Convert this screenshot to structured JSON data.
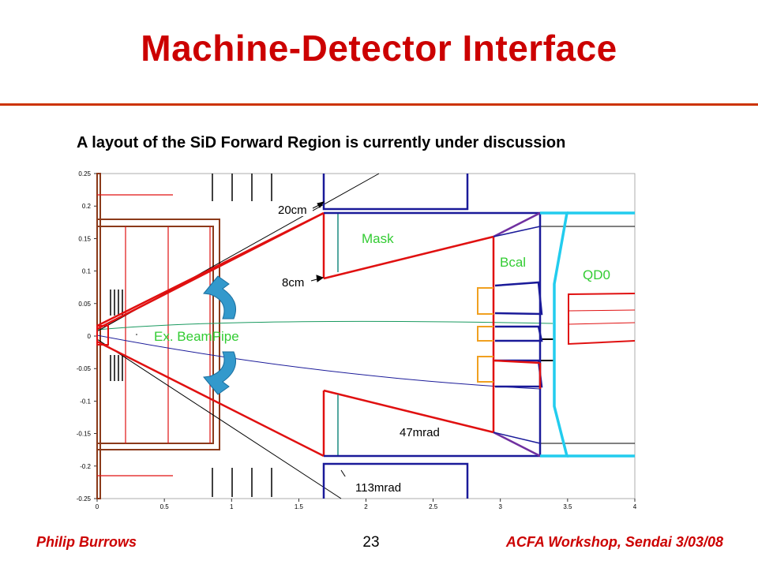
{
  "slide": {
    "title": "Machine-Detector Interface",
    "subtitle": "A layout of the SiD Forward Region is currently  under discussion",
    "footer_left": "Philip Burrows",
    "page_number": "23",
    "footer_right": "ACFA Workshop, Sendai   3/03/08"
  },
  "diagram": {
    "labels": {
      "mask": "Mask",
      "bcal": "Bcal",
      "qd0": "QD0",
      "beampipe": "Ex. BeamPipe",
      "r20": "20cm",
      "r8": "8cm",
      "ang47": "47mrad",
      "ang113": "113mrad"
    },
    "x_ticks": [
      "0",
      "0.5",
      "1",
      "1.5",
      "2",
      "2.5",
      "3",
      "3.5",
      "4"
    ],
    "y_ticks": [
      "0.25",
      "0.2",
      "0.15",
      "0.1",
      "0.05",
      "0",
      "-0.05",
      "-0.1",
      "-0.15",
      "-0.2",
      "-0.25"
    ],
    "x_range": [
      0,
      4
    ],
    "y_range": [
      -0.25,
      0.25
    ],
    "colors": {
      "title": "#cc0000",
      "rule": "#cc3300",
      "red_lines": "#e01010",
      "navy": "#1a1a99",
      "purple": "#7030a0",
      "cyan": "#22ccee",
      "orange": "#f0a020",
      "brown": "#8b3a1a",
      "green_text": "#33cc33",
      "arrow": "#3399cc"
    }
  }
}
